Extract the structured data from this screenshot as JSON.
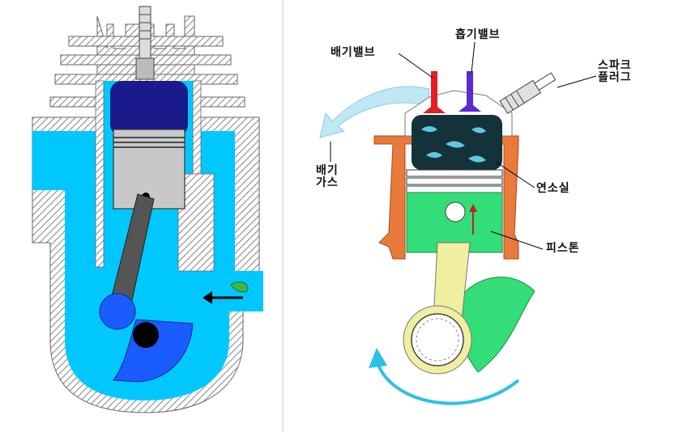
{
  "labels": {
    "exhaust_valve": "배기밸브",
    "intake_valve": "흡기밸브",
    "spark_plug_line1": "스파크",
    "spark_plug_line2": "플러그",
    "exhaust_gas_line1": "배기",
    "exhaust_gas_line2": "가스",
    "combustion_chamber": "연소실",
    "piston": "피스톤"
  },
  "colors": {
    "hatch": "#9a9a9a",
    "coolant": "#00c8ff",
    "head_blue": "#1a1a8c",
    "piston_gray": "#c8c8c8",
    "crank_blue": "#1a5cff",
    "cylinder_orange": "#e87a3c",
    "piston_green": "#33dd77",
    "rod_yellow": "#f0eea0",
    "exhaust_valve_red": "#e02020",
    "intake_valve_purple": "#5a2bd0",
    "arrow_cyan": "#2fc0e8"
  }
}
